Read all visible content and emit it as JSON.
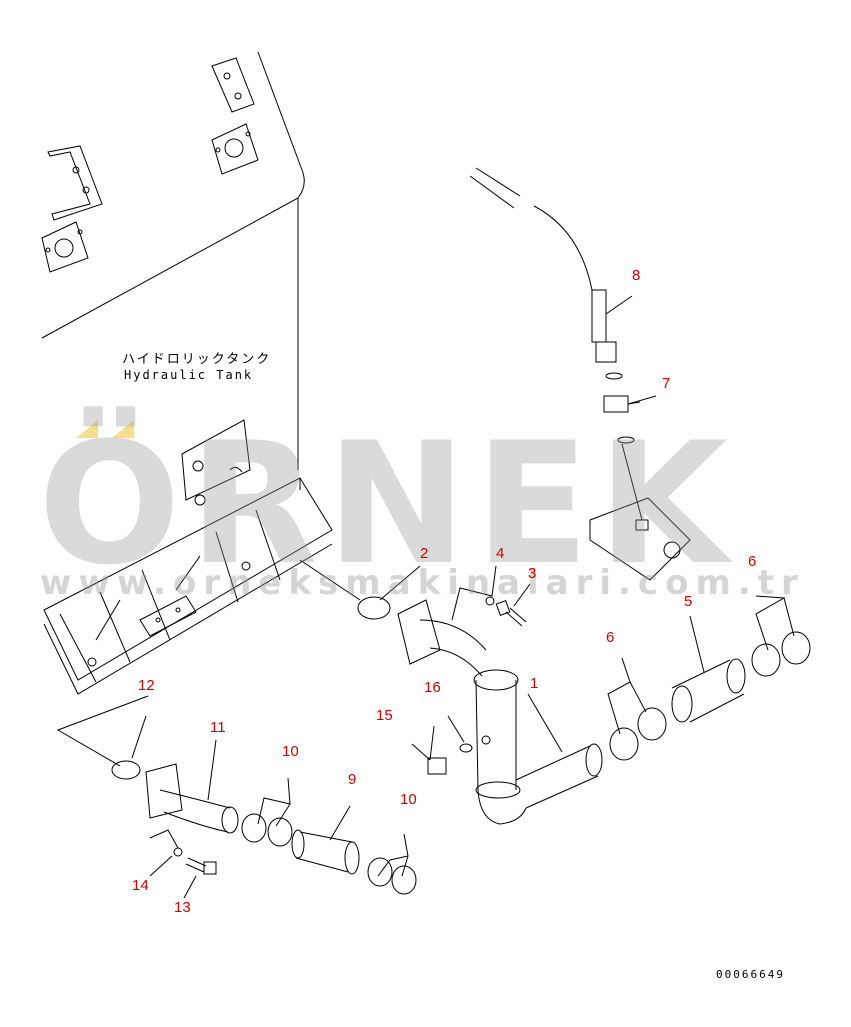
{
  "tank_label": {
    "japanese": "ハイドロリックタンク",
    "english": "Hydraulic Tank"
  },
  "callouts": [
    {
      "id": "c1",
      "text": "1"
    },
    {
      "id": "c2",
      "text": "2"
    },
    {
      "id": "c3",
      "text": "3"
    },
    {
      "id": "c4",
      "text": "4"
    },
    {
      "id": "c5",
      "text": "5"
    },
    {
      "id": "c6a",
      "text": "6"
    },
    {
      "id": "c6b",
      "text": "6"
    },
    {
      "id": "c7",
      "text": "7"
    },
    {
      "id": "c8",
      "text": "8"
    },
    {
      "id": "c9",
      "text": "9"
    },
    {
      "id": "c10a",
      "text": "10"
    },
    {
      "id": "c10b",
      "text": "10"
    },
    {
      "id": "c11",
      "text": "11"
    },
    {
      "id": "c12",
      "text": "12"
    },
    {
      "id": "c13",
      "text": "13"
    },
    {
      "id": "c14",
      "text": "14"
    },
    {
      "id": "c15",
      "text": "15"
    },
    {
      "id": "c16",
      "text": "16"
    }
  ],
  "document_number": "00066649",
  "watermark": {
    "brand": "ÖRNEK",
    "url": "www.orneksmakinalari.com.tr"
  },
  "colors": {
    "callout": "#d00000",
    "line": "#000000",
    "watermark": "#969696",
    "watermark_accent": "#f0d060"
  }
}
